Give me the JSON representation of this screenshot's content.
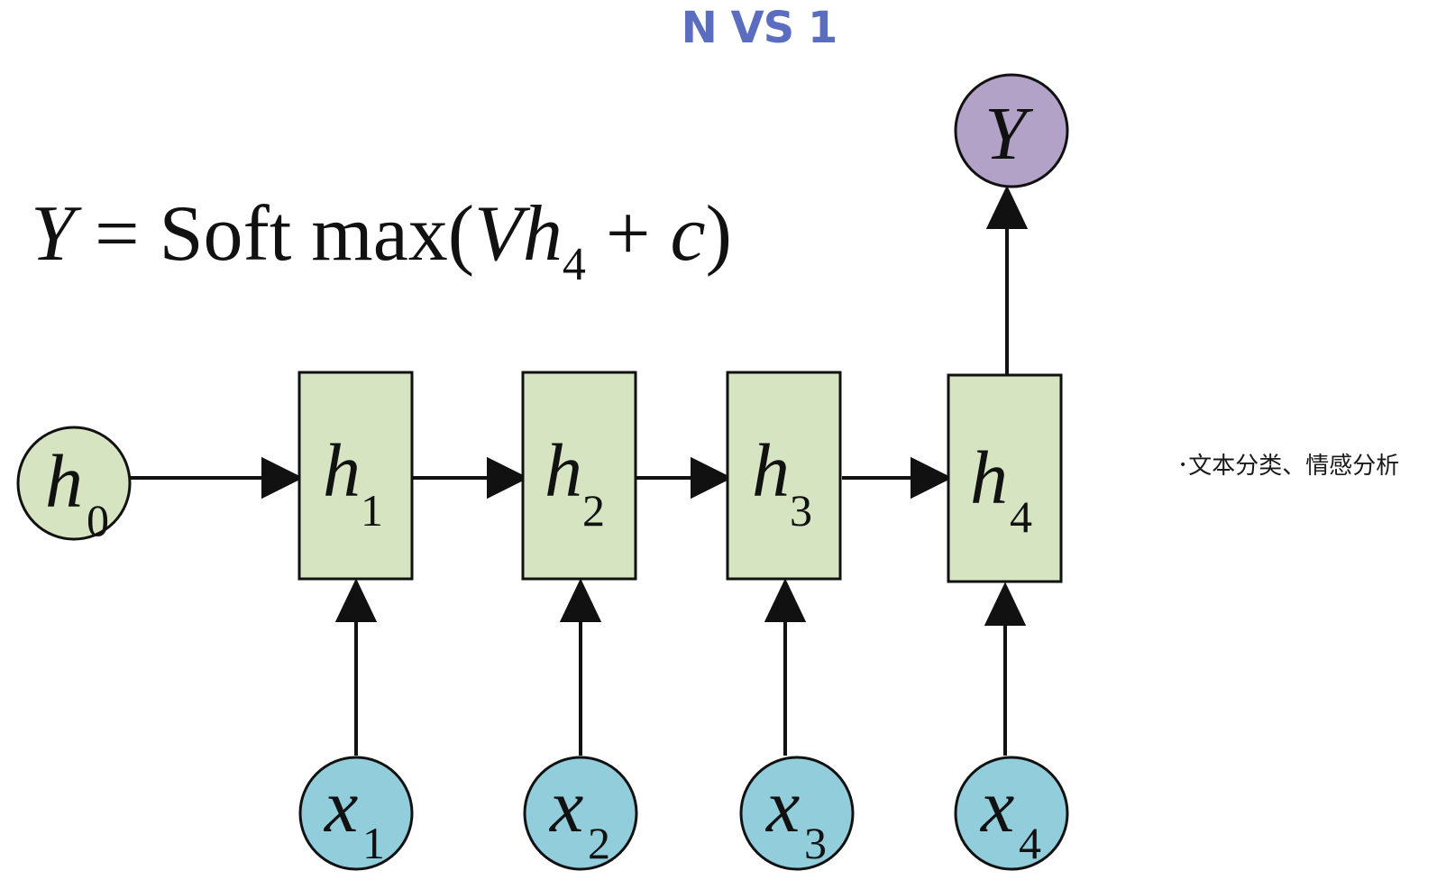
{
  "title": "N VS 1",
  "formula": {
    "lhs": "Y",
    "equals": "=",
    "func": "Soft max(",
    "v": "Vh",
    "v_sub": "4",
    "plus": "+",
    "c": "c",
    "close": ")"
  },
  "side_note": {
    "bullet": "•",
    "text": "文本分类、情感分析"
  },
  "diagram": {
    "initial_state": {
      "base": "h",
      "sub": "0"
    },
    "hidden_states": [
      {
        "base": "h",
        "sub": "1"
      },
      {
        "base": "h",
        "sub": "2"
      },
      {
        "base": "h",
        "sub": "3"
      },
      {
        "base": "h",
        "sub": "4"
      }
    ],
    "inputs": [
      {
        "base": "x",
        "sub": "1"
      },
      {
        "base": "x",
        "sub": "2"
      },
      {
        "base": "x",
        "sub": "3"
      },
      {
        "base": "x",
        "sub": "4"
      }
    ],
    "output": {
      "base": "Y",
      "sub": ""
    }
  },
  "colors": {
    "title": "#5b6dbf",
    "hidden_fill": "#d6e4c2",
    "input_fill": "#92cddc",
    "output_fill": "#b3a2c7",
    "stroke": "#111111"
  }
}
